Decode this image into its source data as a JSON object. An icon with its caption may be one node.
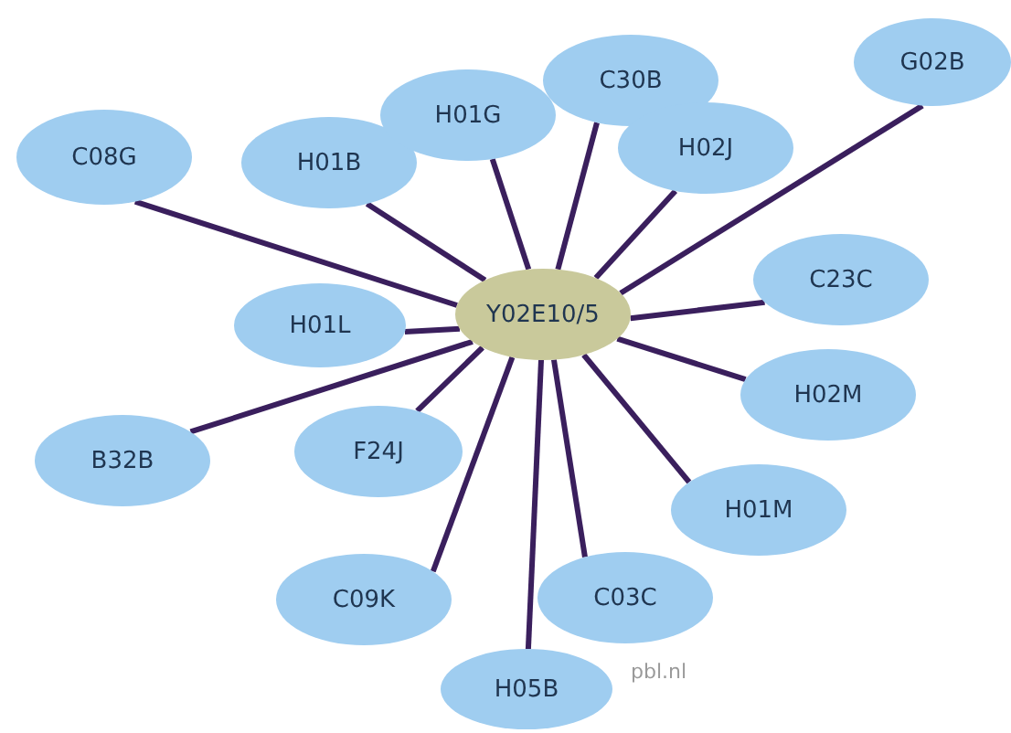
{
  "diagram": {
    "nodes": [
      {
        "text": [
          "G02B"
        ]
      },
      {
        "text": [
          "C30B"
        ]
      },
      {
        "text": [
          "H01G"
        ]
      },
      {
        "text": [
          "H02J"
        ]
      },
      {
        "text": [
          "C08G"
        ]
      },
      {
        "text": [
          "H01B"
        ]
      },
      {
        "text": [
          "C23C"
        ]
      },
      {
        "text": [
          "Y02E10/5"
        ]
      },
      {
        "text": [
          "H01L"
        ]
      },
      {
        "text": [
          "H02M"
        ]
      },
      {
        "text": [
          "F24J"
        ]
      },
      {
        "text": [
          "B32B"
        ]
      },
      {
        "text": [
          "H01M"
        ]
      },
      {
        "text": [
          "C03C"
        ]
      },
      {
        "text": [
          "C09K"
        ]
      },
      {
        "text": [
          "H05B"
        ]
      }
    ],
    "edges": [
      {
        "from": 7,
        "to": 0,
        "arrow": "none"
      },
      {
        "from": 7,
        "to": 1,
        "arrow": "none"
      },
      {
        "from": 7,
        "to": 2,
        "arrow": "none"
      },
      {
        "from": 7,
        "to": 3,
        "arrow": "none"
      },
      {
        "from": 7,
        "to": 4,
        "arrow": "none"
      },
      {
        "from": 7,
        "to": 5,
        "arrow": "none"
      },
      {
        "from": 7,
        "to": 6,
        "arrow": "none"
      },
      {
        "from": 7,
        "to": 8,
        "arrow": "none"
      },
      {
        "from": 7,
        "to": 9,
        "arrow": "none"
      },
      {
        "from": 7,
        "to": 10,
        "arrow": "none"
      },
      {
        "from": 7,
        "to": 11,
        "arrow": "none"
      },
      {
        "from": 7,
        "to": 12,
        "arrow": "none"
      },
      {
        "from": 7,
        "to": 13,
        "arrow": "none"
      },
      {
        "from": 7,
        "to": 14,
        "arrow": "none"
      },
      {
        "from": 7,
        "to": 15,
        "arrow": "none"
      }
    ],
    "labels": [
      "pbl.nl"
    ]
  }
}
